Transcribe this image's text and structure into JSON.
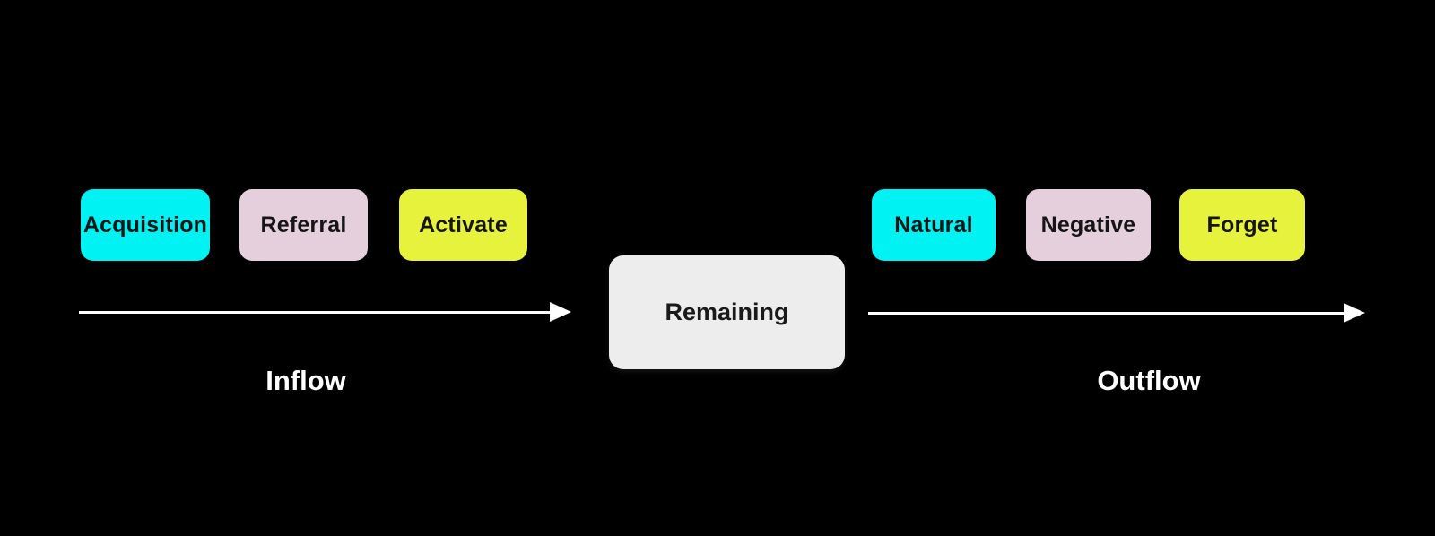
{
  "canvas": {
    "background": "#000000"
  },
  "inflow": {
    "label": "Inflow",
    "nodes": [
      {
        "label": "Acquisition",
        "color": "#00f2f2"
      },
      {
        "label": "Referral",
        "color": "#e5cfdc"
      },
      {
        "label": "Activate",
        "color": "#e6f23b"
      }
    ]
  },
  "center_node": {
    "label": "Remaining",
    "color": "#ededed"
  },
  "outflow": {
    "label": "Outflow",
    "nodes": [
      {
        "label": "Natural",
        "color": "#00f2f2"
      },
      {
        "label": "Negative",
        "color": "#e5cfdc"
      },
      {
        "label": "Forget",
        "color": "#e6f23b"
      }
    ]
  },
  "colors": {
    "arrow": "#ffffff",
    "flow_label_text": "#ffffff",
    "node_text": "#151515"
  }
}
